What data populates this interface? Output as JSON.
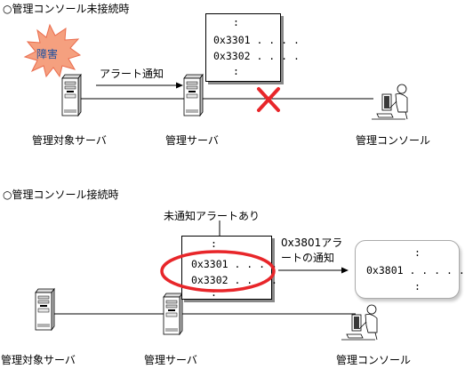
{
  "section1": {
    "heading": "○管理コンソール未接続時",
    "burst_label": "障害",
    "arrow_label": "アラート通知",
    "popup": {
      "dots_top": ":",
      "line1": "0x3301 . . . .",
      "line2": "0x3302 . . . .",
      "dots_bottom": ":"
    },
    "labels": {
      "target_server": "管理対象サーバ",
      "mgmt_server": "管理サーバ",
      "console": "管理コンソール"
    }
  },
  "section2": {
    "heading": "○管理コンソール接続時",
    "callout": "未通知アラートあり",
    "popup": {
      "dots_top": ":",
      "line1": "0x3301 . . . .",
      "line2": "0x3302 . . . .",
      "dots_bottom": ":"
    },
    "arrow_label_line1": "0x3801アラ",
    "arrow_label_line2": "ートの通知",
    "console_popup": {
      "dots_top": ":",
      "line1": "0x3801 . . . . . .",
      "dots_bottom": ":"
    },
    "labels": {
      "target_server": "管理対象サーバ",
      "mgmt_server": "管理サーバ",
      "console": "管理コンソール"
    }
  },
  "colors": {
    "alert_red": "#e8262a",
    "burst_fill": "#f5a07f",
    "burst_text": "#1a4fa0"
  }
}
